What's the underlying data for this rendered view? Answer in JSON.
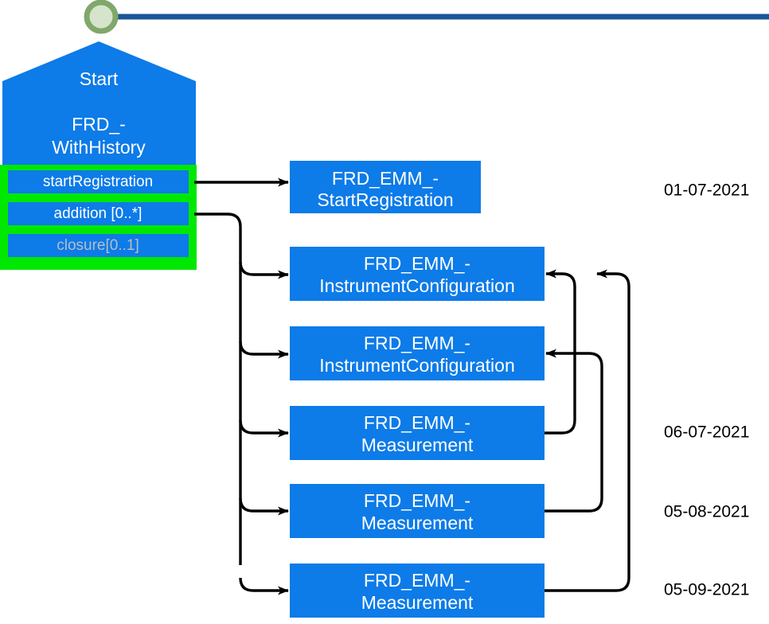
{
  "colors": {
    "node_fill": "#0d7be8",
    "node_text": "#ffffff",
    "highlight_border": "#00e800",
    "disabled_text": "#b9bec6",
    "connector": "#000000",
    "timeline_line": "#1a5796",
    "start_marker_stroke": "#7fa86a",
    "start_marker_fill": "#d5e4cb",
    "background": "#ffffff"
  },
  "timeline": {
    "marker_name": "start-point-marker",
    "line_name": "timeline-axis"
  },
  "start_node": {
    "title": "Start",
    "type_line_1": "FRD_-",
    "type_line_2": "WithHistory",
    "compartments": [
      {
        "label": "startRegistration",
        "highlighted": true,
        "disabled": false
      },
      {
        "label": "addition [0..*]",
        "highlighted": true,
        "disabled": false
      },
      {
        "label": "closure[0..1]",
        "highlighted": false,
        "disabled": true
      }
    ]
  },
  "event_nodes": [
    {
      "line1": "FRD_EMM_-",
      "line2": "StartRegistration",
      "date": "01-07-2021"
    },
    {
      "line1": "FRD_EMM_-",
      "line2": "InstrumentConfiguration",
      "date": ""
    },
    {
      "line1": "FRD_EMM_-",
      "line2": "InstrumentConfiguration",
      "date": ""
    },
    {
      "line1": "FRD_EMM_-",
      "line2": "Measurement",
      "date": "06-07-2021"
    },
    {
      "line1": "FRD_EMM_-",
      "line2": "Measurement",
      "date": "05-08-2021"
    },
    {
      "line1": "FRD_EMM_-",
      "line2": "Measurement",
      "date": "05-09-2021"
    }
  ],
  "dates": [
    {
      "value": "01-07-2021"
    },
    {
      "value": "06-07-2021"
    },
    {
      "value": "05-08-2021"
    },
    {
      "value": "05-09-2021"
    }
  ]
}
